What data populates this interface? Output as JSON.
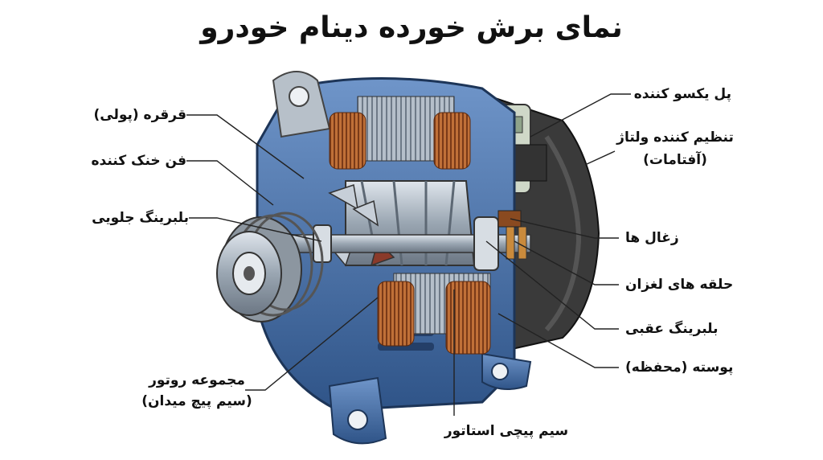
{
  "title": "نمای برش خورده دینام خودرو",
  "labels": {
    "pulley": "قرقره (پولی)",
    "fan": "فن خنک کننده",
    "front_bearing": "بلبرینگ جلویی",
    "rotor_line1": "مجموعه روتور",
    "rotor_line2": "(سیم پیچ میدان)",
    "rectifier": "پل یکسو کننده",
    "regulator_line1": "تنظیم کننده ولتاژ",
    "regulator_line2": "(آفتامات)",
    "brushes": "زغال ها",
    "slip_rings": "حلقه های لغزان",
    "rear_bearing": "بلبرینگ عقبی",
    "housing": "پوسته (محفظه)",
    "stator": "سیم پیچی استاتور"
  },
  "colors": {
    "housing_blue": "#4a74b0",
    "copper": "#c0703a",
    "steel": "#a8b4c0",
    "dark": "#2b2b2b"
  }
}
